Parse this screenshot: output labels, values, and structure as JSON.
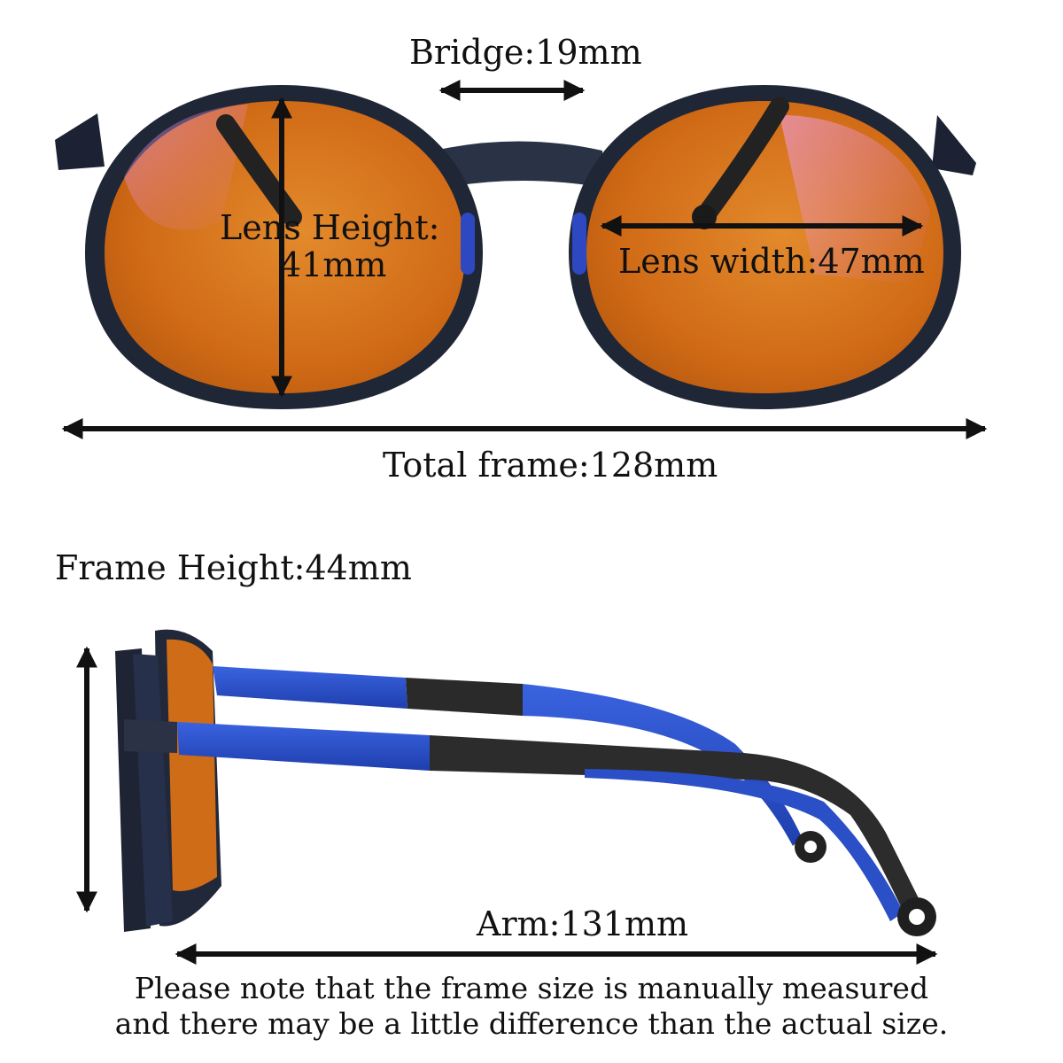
{
  "measurements": {
    "bridge": "Bridge:19mm",
    "lens_height_line1": "Lens Height:",
    "lens_height_line2": "41mm",
    "lens_width": "Lens width:47mm",
    "total_frame": "Total frame:128mm",
    "frame_height": "Frame Height:44mm",
    "arm": "Arm:131mm"
  },
  "note": {
    "line1": "Please note that  the frame size is manually measured",
    "line2": "and there may be a little difference than the actual size."
  },
  "colors": {
    "lens_orange": "#d9741c",
    "frame_dark": "#1f2636",
    "temple_blue": "#2a4fc6",
    "temple_black": "#222222",
    "arrow": "#111111"
  },
  "icons": {
    "arrows": "double-headed-arrow-icon",
    "glasses_front": "glasses-front-view",
    "glasses_side": "glasses-side-view"
  }
}
